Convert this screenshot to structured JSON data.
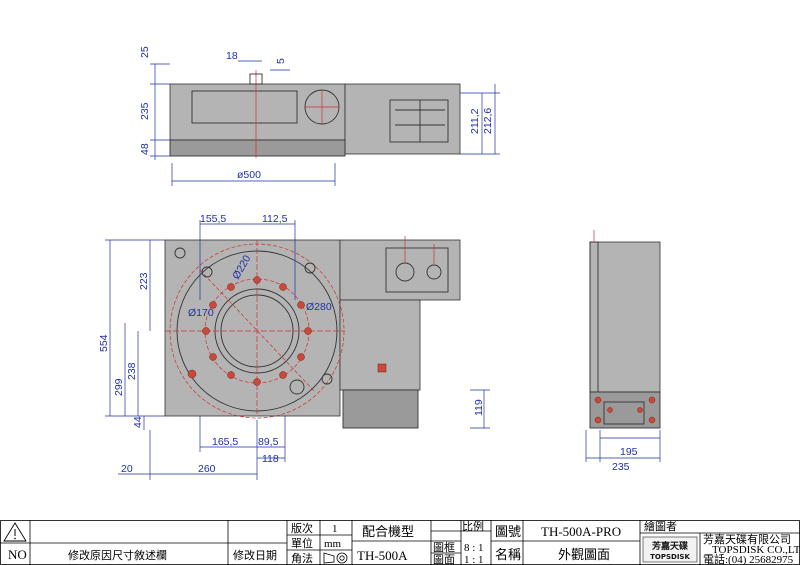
{
  "dims": {
    "top_25": "25",
    "top_235": "235",
    "top_48": "48",
    "top_18": "18",
    "top_5": "5",
    "top_dia500": "ø500",
    "top_2112": "211,2",
    "top_2126": "212,6",
    "front_1555": "155,5",
    "front_1125": "112,5",
    "front_d220": "Ø220",
    "front_d170": "Ø170",
    "front_d280": "Ø280",
    "front_223": "223",
    "front_554": "554",
    "front_238": "238",
    "front_299": "299",
    "front_44": "44",
    "front_1655": "165,5",
    "front_895": "89,5",
    "front_118": "118",
    "front_20": "20",
    "front_260": "260",
    "front_119": "119",
    "side_195": "195",
    "side_235": "235"
  },
  "title_block": {
    "no_label": "NO",
    "revision_label": "修改原因尺寸敘述欄",
    "revision_date_label": "修改日期",
    "version_label": "版次",
    "version_value": "1",
    "unit_label": "單位",
    "unit_value": "mm",
    "angle_label": "角法",
    "machine_label": "配合機型",
    "machine_value": "TH-500A",
    "scale_label": "比例",
    "scale_frame_label": "圖框",
    "scale_frame_value": "8 : 1",
    "scale_face_label": "圖面",
    "scale_face_value": "1 : 1",
    "drawing_no_label": "圖號",
    "drawing_no_value": "TH-500A-PRO",
    "name_label": "名稱",
    "name_value": "外觀圖面",
    "drafter_label": "繪圖者",
    "company_cn": "芳嘉天碟有限公司",
    "company_en": "TOPSDISK CO.,LTD.",
    "phone": "電話:(04) 25682975",
    "logo_cn": "芳嘉天碟",
    "logo_en": "TOPSDISK"
  }
}
